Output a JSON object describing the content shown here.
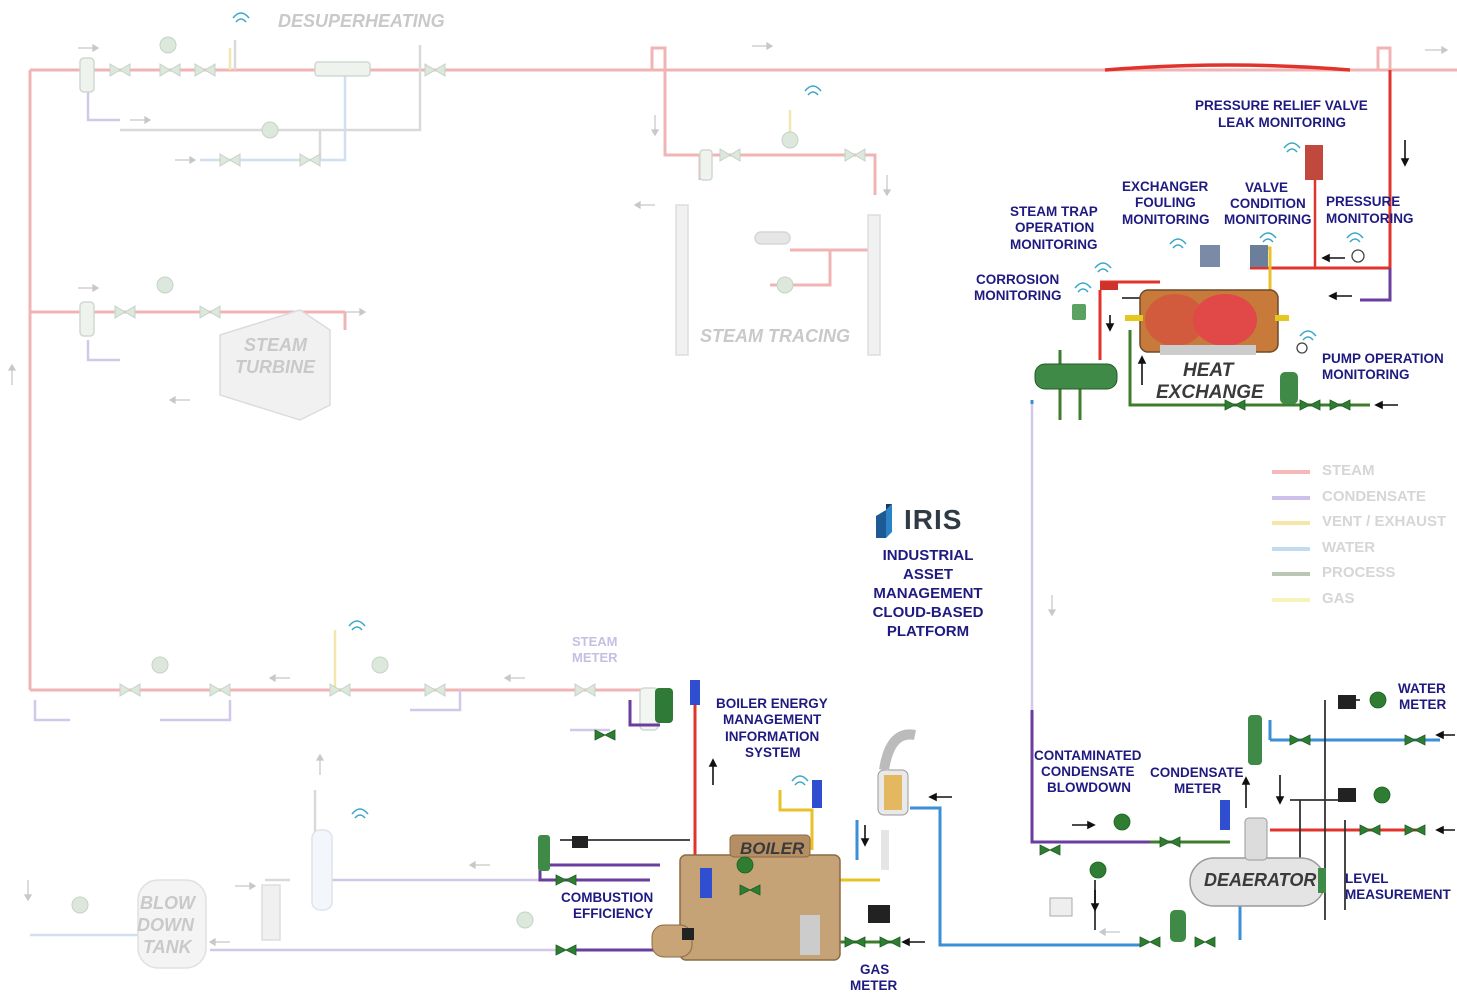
{
  "colors": {
    "steam": "#e9a3a3",
    "steam_active": "#e0332b",
    "condensate": "#b9a8da",
    "condensate_active": "#6a3e9e",
    "vent": "#f0dd9a",
    "water": "#a9cbe6",
    "water_active": "#3a8fd6",
    "process": "#9fae93",
    "process_active": "#3f7d2e",
    "gas": "#f3f1a0",
    "label": "#1f1a80",
    "faded_label": "#c9c9c9"
  },
  "labels": {
    "desuperheating": "DESUPERHEATING",
    "steam_turbine_1": "STEAM",
    "steam_turbine_2": "TURBINE",
    "steam_tracing": "STEAM TRACING",
    "blowdown_1": "BLOW",
    "blowdown_2": "DOWN",
    "blowdown_3": "TANK",
    "steam_meter_1": "STEAM",
    "steam_meter_2": "METER",
    "prv_1": "PRESSURE RELIEF VALVE",
    "prv_2": "LEAK MONITORING",
    "fouling_1": "EXCHANGER",
    "fouling_2": "FOULING",
    "fouling_3": "MONITORING",
    "valve_1": "VALVE",
    "valve_2": "CONDITION",
    "valve_3": "MONITORING",
    "pressure_1": "PRESSURE",
    "pressure_2": "MONITORING",
    "trap_1": "STEAM TRAP",
    "trap_2": "OPERATION",
    "trap_3": "MONITORING",
    "corrosion_1": "CORROSION",
    "corrosion_2": "MONITORING",
    "heat_1": "HEAT",
    "heat_2": "EXCHANGE",
    "pump_1": "PUMP OPERATION",
    "pump_2": "MONITORING",
    "boiler_energy_1": "BOILER ENERGY",
    "boiler_energy_2": "MANAGEMENT",
    "boiler_energy_3": "INFORMATION",
    "boiler_energy_4": "SYSTEM",
    "boiler": "BOILER",
    "combustion_1": "COMBUSTION",
    "combustion_2": "EFFICIENCY",
    "gas_meter_1": "GAS",
    "gas_meter_2": "METER",
    "contaminated_1": "CONTAMINATED",
    "contaminated_2": "CONDENSATE",
    "contaminated_3": "BLOWDOWN",
    "condensate_meter_1": "CONDENSATE",
    "condensate_meter_2": "METER",
    "water_meter_1": "WATER",
    "water_meter_2": "METER",
    "deaerator": "DEAERATOR",
    "level_1": "LEVEL",
    "level_2": "MEASUREMENT"
  },
  "iris": {
    "brand": "IRIS",
    "line1": "INDUSTRIAL",
    "line2": "ASSET",
    "line3": "MANAGEMENT",
    "line4": "CLOUD-BASED",
    "line5": "PLATFORM"
  },
  "legend": [
    {
      "label": "STEAM",
      "color": "#f4b8b8"
    },
    {
      "label": "CONDENSATE",
      "color": "#cdc0ea"
    },
    {
      "label": "VENT / EXHAUST",
      "color": "#f6e7a8"
    },
    {
      "label": "WATER",
      "color": "#c3dbef"
    },
    {
      "label": "PROCESS",
      "color": "#bcc7b3"
    },
    {
      "label": "GAS",
      "color": "#f6f4bb"
    }
  ]
}
